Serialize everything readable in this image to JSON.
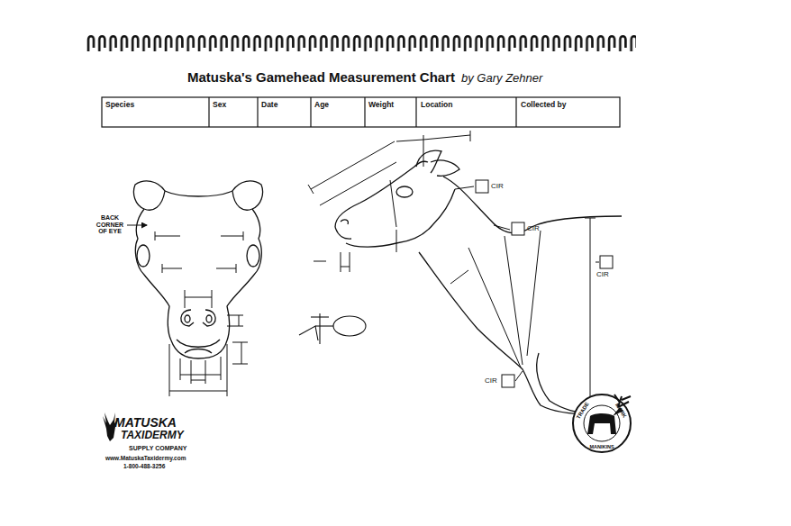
{
  "diagram": {
    "title": "Matuska's Gamehead Measurement Chart",
    "labels": [
      "by Gary Zehner",
      "Species",
      "Sex",
      "Date",
      "Age",
      "Weight",
      "Location",
      "Collected by",
      "BACK CORNER OF EYE",
      "CIR",
      "CIR",
      "CIR",
      "CIR",
      "MATUSKA",
      "TAXIDERMY",
      "SUPPLY COMPANY",
      "www.MatuskaTaxidermy.com",
      "1-800-488-3256",
      "TRADE",
      "MARK",
      "MANIKINS"
    ]
  }
}
